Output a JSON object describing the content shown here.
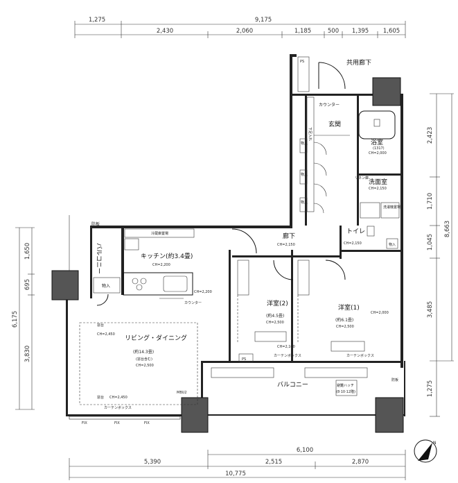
{
  "dimensions": {
    "top_total": "9,175",
    "top_left": "1,275",
    "top_segments": [
      "2,430",
      "2,060",
      "1,185",
      "500",
      "1,395",
      "1,605"
    ],
    "bottom_mid": "6,100",
    "bottom_segments": [
      "5,390",
      "2,515",
      "2,870"
    ],
    "bottom_total": "10,775",
    "right_total": "8,663",
    "right_segments": [
      "2,423",
      "1,710",
      "1,045",
      "3,485",
      "1,275"
    ],
    "left_total": "6,175",
    "left_segments": [
      "1,650",
      "695",
      "3,830"
    ]
  },
  "rooms": {
    "kyoyo_rouka": "共用廊下",
    "genkan": "玄関",
    "counter_top": "カウンター",
    "shoe_box": "下足入れ",
    "monoire": "物入",
    "yokushitsu": "浴室",
    "yokushitsu_size": "(1317)",
    "yokushitsu_ch": "CH=2,000",
    "senmenshitsu": "洗面室",
    "senmenshitsu_ch": "CH=2,150",
    "linen": "リネン庫",
    "sennou": "洗濯機置場",
    "toilet": "トイレ",
    "toilet_ch": "CH=2,150",
    "rouka": "廊下",
    "rouka_ch": "CH=2,150",
    "kitchen": "キッチン(約3.4畳)",
    "kitchen_ch": "CH=2,200",
    "kitchen_ch2": "CH=2,200",
    "reizouko": "冷蔵庫置場",
    "kitchen_counter": "カウンター",
    "balcony_left": "バルコニー",
    "bouban_left": "防板",
    "youshitsu2": "洋室(2)",
    "youshitsu2_size": "(約4.5畳)",
    "youshitsu2_ch": "CH=2,500",
    "youshitsu2_ch2": "CH=2,100",
    "youshitsu1": "洋室(1)",
    "youshitsu1_size": "(約6.1畳)",
    "youshitsu1_ch": "CH=2,500",
    "youshitsu1_ch2": "CH=2,000",
    "ldk": "リビング・ダイニング",
    "ldk_size": "(約14.3畳)",
    "ldk_note": "(窓台含む)",
    "ldk_ch": "CH=2,500",
    "madodai": "窓台",
    "madodai_ch": "CH=2,450",
    "madodai_ch2": "CH=2,450",
    "curtain_box": "カーテンボックス",
    "balcony": "バルコニー",
    "ps": "PS",
    "hinan": "避難ハッチ",
    "hinan_note": "(8·10·12階)",
    "bouban_right": "防板",
    "fix": "FIX",
    "mbu": "MBU2"
  },
  "compass": "N"
}
